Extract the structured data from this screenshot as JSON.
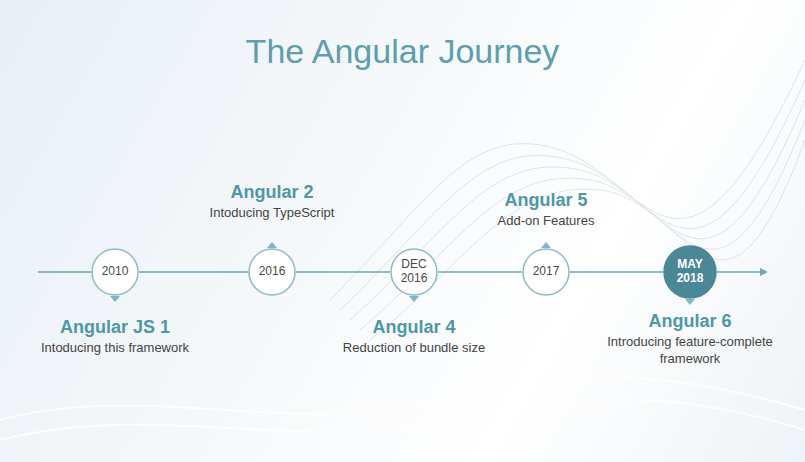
{
  "diagram": {
    "title": "The Angular Journey",
    "nodes": [
      {
        "text": [
          "2010",
          "Angular JS 1",
          "Intoducing this framework"
        ]
      },
      {
        "text": [
          "2016",
          "Angular 2",
          "Intoducing TypeScript"
        ]
      },
      {
        "text": [
          "DEC 2016",
          "Angular 4",
          "Reduction of bundle size"
        ]
      },
      {
        "text": [
          "2017",
          "Angular 5",
          "Add-on Features"
        ]
      },
      {
        "text": [
          "MAY 2018",
          "Angular 6",
          "Introducing feature-complete framework"
        ]
      }
    ],
    "edges": [
      {
        "from": 0,
        "to": 1,
        "arrow": "none"
      },
      {
        "from": 1,
        "to": 2,
        "arrow": "none"
      },
      {
        "from": 2,
        "to": 3,
        "arrow": "none"
      },
      {
        "from": 3,
        "to": 4,
        "arrow": "none"
      }
    ]
  }
}
